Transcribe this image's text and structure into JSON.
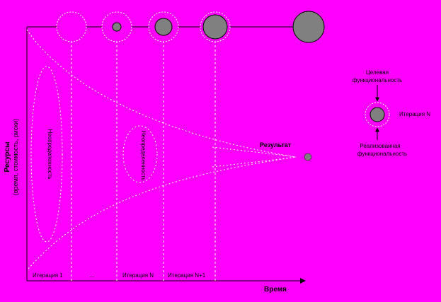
{
  "colors": {
    "background": "#ff00ff",
    "axis": "#000000",
    "dashed": "#ffffff",
    "fill": "#808080"
  },
  "labels": {
    "y_axis_title": "Ресурсы",
    "y_axis_subtitle": "(время, стоимость, риски)",
    "x_axis_title": "Время",
    "result": "Результат",
    "uncertainty_large": "Неопределенность",
    "uncertainty_small": "Неопределенность",
    "iteration_1": "Итерация 1",
    "iteration_ellipsis": "…",
    "iteration_n": "Итерация N",
    "iteration_n_plus_1": "Итерация N+1",
    "target_functionality_line1": "Целевая",
    "target_functionality_line2": "функциональность",
    "implemented_functionality_line1": "Реализованная",
    "implemented_functionality_line2": "функциональность",
    "legend_iteration": "Итерация N"
  },
  "icons": {
    "x_axis_arrow": "arrow-right-icon",
    "legend_down_arrow": "arrow-down-icon",
    "legend_up_arrow": "arrow-up-icon"
  }
}
